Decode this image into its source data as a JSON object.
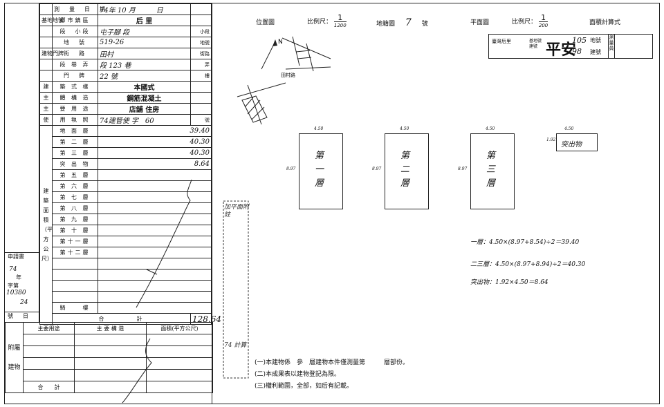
{
  "left": {
    "strip": {
      "app_label": "申請書",
      "year_value": "74",
      "year_unit": "年",
      "zi_label": "字第",
      "no_value": "10380",
      "day_value": "24",
      "hao_label": "號",
      "ri_label": "日"
    },
    "rows": [
      {
        "group": "",
        "key": "測　量　日　期",
        "value": "74年 10 月　　　日",
        "unit": ""
      },
      {
        "group": "基地地號",
        "key": "鄉市鎮區",
        "value": "后 里",
        "unit": ""
      },
      {
        "group": "",
        "key": "段　小段",
        "value": "屯子腳 段",
        "unit": "小段"
      },
      {
        "group": "",
        "key": "地　號",
        "value": "519-26",
        "unit": "地號"
      },
      {
        "group": "建物門牌",
        "key": "街　路",
        "value": "田村",
        "unit": "街路"
      },
      {
        "group": "",
        "key": "段 巷 弄",
        "value": "段 123 巷",
        "unit": "弄"
      },
      {
        "group": "",
        "key": "門　牌",
        "value": "22 號",
        "unit": "樓"
      },
      {
        "group": "建",
        "key": "築 式 樣",
        "value": "本國式",
        "unit": ""
      },
      {
        "group": "主",
        "key": "體 構 造",
        "value": "鋼筋混凝土",
        "unit": ""
      },
      {
        "group": "主",
        "key": "要 用 途",
        "value": "店舖 住房",
        "unit": ""
      },
      {
        "group": "使",
        "key": "用 執 照",
        "value": "74建管使 字　60",
        "unit": "號"
      }
    ],
    "area_group": "建築面積（平方公尺）",
    "floors": [
      {
        "label": "地 面 層",
        "value": "39.40"
      },
      {
        "label": "第 二 層",
        "value": "40.30"
      },
      {
        "label": "第 三 層",
        "value": "40.30"
      },
      {
        "label": "突 出 物",
        "value": "8.64"
      },
      {
        "label": "第 五 層",
        "value": ""
      },
      {
        "label": "第 六 層",
        "value": ""
      },
      {
        "label": "第 七 層",
        "value": ""
      },
      {
        "label": "第 八 層",
        "value": ""
      },
      {
        "label": "第 九 層",
        "value": ""
      },
      {
        "label": "第 十 層",
        "value": ""
      },
      {
        "label": "第十一層",
        "value": ""
      },
      {
        "label": "第十二層",
        "value": ""
      }
    ],
    "balcony_label": "騎　　樓",
    "total_label": "合　　　　計",
    "total_value": "128.64",
    "attach": {
      "group": "附屬建物",
      "col1": "主要用途",
      "col2": "主 要 構 造",
      "col3": "面積(平方公尺)",
      "total_label": "合　　計"
    }
  },
  "right": {
    "location_label": "位置圖",
    "scale_label": "比例尺：",
    "loc_scale_num": "1",
    "loc_scale_den": "1200",
    "cadastral_label": "地籍圖",
    "cadastral_no": "7",
    "cadastral_unit": "號",
    "plan_label": "平面圖",
    "plan_scale_num": "1",
    "plan_scale_den": "200",
    "area_calc_label": "面積計算式",
    "stamp": {
      "station": "臺灣后里",
      "sub": "基地號建號",
      "name": "平安",
      "land_no": "105",
      "land_label": "地號",
      "bldg_no": "98",
      "bldg_label": "建號",
      "surveyor": "測量員"
    },
    "map_road": "田村路",
    "north": "N",
    "floors": [
      {
        "name": "第一層",
        "w": "4.50",
        "h": "8.97"
      },
      {
        "name": "第二層",
        "w": "4.50",
        "h": "8.97"
      },
      {
        "name": "第三層",
        "w": "4.50",
        "h": "8.97"
      }
    ],
    "proj": {
      "name": "突出物",
      "w": "4.50",
      "h": "1.92"
    },
    "calcs": [
      "一層：4.50×(8.97+8.54)÷2＝39.40",
      "二三層：4.50×(8.97+8.94)÷2＝40.30",
      "突出物：1.92×4.50＝8.64"
    ],
    "notes": [
      "(一)本建物係　參　層建物本件僅測量第　　　層部份。",
      "(二)本成果表以建物登記為限。",
      "(三)權利範圍，全部，如后有記載。"
    ],
    "side_note_top": "加平面附註",
    "side_note_bottom": "74 計算"
  }
}
